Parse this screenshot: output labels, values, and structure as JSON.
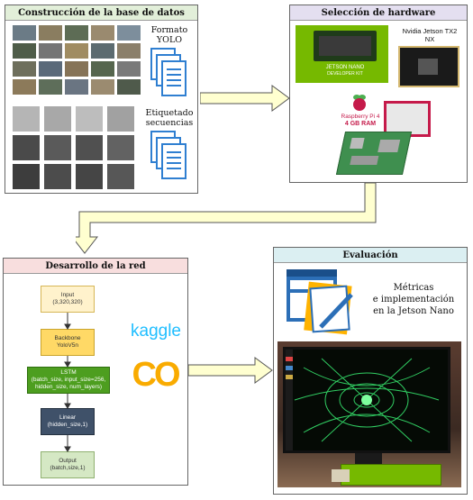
{
  "panels": {
    "dataset": {
      "title": "Construcción  de  la base de datos",
      "label1_line1": "Formato",
      "label1_line2": "YOLO",
      "label2_line1": "Etiquetado",
      "label2_line2": "secuencias"
    },
    "hardware": {
      "title": "Selección de hardware",
      "jetson_nano_box": "JETSON NANO",
      "jetson_nano_sub": "DEVELOPER KIT",
      "tx2_line1": "Nvidia  Jetson TX2",
      "tx2_line2": "NX",
      "rpi_logo": "Raspberry Pi 4",
      "rpi_line2": "4 GB RAM"
    },
    "network": {
      "title": "Desarrollo de la red",
      "kaggle": "kaggle",
      "colab": "CO"
    },
    "evaluation": {
      "title": "Evaluación",
      "line1": "Métricas",
      "line2": "e implementación",
      "line3": "en la Jetson Nano"
    }
  },
  "flowchart": [
    {
      "l1": "Input",
      "l2": "(3,320,320)",
      "l3": "",
      "fill": "#fff2cc",
      "color": "#333333"
    },
    {
      "l1": "Backbone",
      "l2": "YoloV5n",
      "l3": "",
      "fill": "#ffd966",
      "color": "#333333"
    },
    {
      "l1": "LSTM",
      "l2": "(batch_size, input_size=256,",
      "l3": "hidden_size, num_layers)",
      "fill": "#4d9e1f",
      "color": "#ffffff"
    },
    {
      "l1": "Linear",
      "l2": "(hidden_size,1)",
      "l3": "",
      "fill": "#3f5169",
      "color": "#ffffff"
    },
    {
      "l1": "Output",
      "l2": "(batch,size,1)",
      "l3": "",
      "fill": "#d5e8c4",
      "color": "#333333"
    }
  ],
  "colors": {
    "arrow_fill": "#ffffd0",
    "arrow_stroke": "#555555",
    "doc_blue": "#2f7fd1"
  }
}
